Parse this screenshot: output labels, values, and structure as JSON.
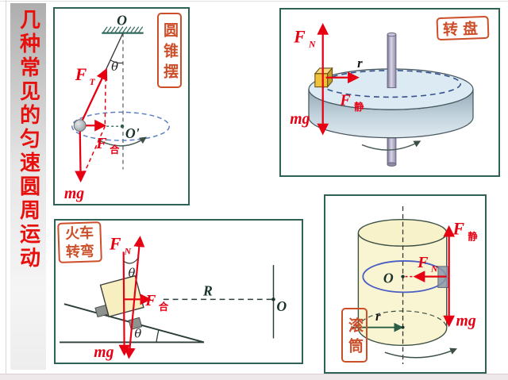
{
  "title": {
    "vertical_text": "几种常见的匀速圆周运动"
  },
  "colors": {
    "force_red": "#e60012",
    "stamp_red": "#cd4f2a",
    "panel_border_teal": "#2e6257",
    "pendulum_path_blue": "#5b7fc4",
    "drum_circle_blue": "#4a5ec4",
    "radius_green": "#2a5f46",
    "train_car_yellow": "#f7efbf",
    "drum_yellow": "#f9f4d2"
  },
  "pendulum": {
    "stamp": "圆锥摆",
    "pivot_label": "O",
    "angle_label": "θ",
    "tension_f": "F",
    "tension_sub": "T",
    "net_f": "F",
    "net_sub": "合",
    "center_label": "O'",
    "weight_label": "mg"
  },
  "turntable": {
    "stamp": "转盘",
    "normal_f": "F",
    "normal_sub": "N",
    "radius_label": "r",
    "friction_f": "F",
    "friction_sub": "静",
    "weight_label": "mg"
  },
  "train": {
    "stamp_top": "火车",
    "stamp_bottom": "转弯",
    "normal_f": "F",
    "normal_sub": "N",
    "angle_top_label": "θ",
    "net_f": "F",
    "net_sub": "合",
    "radius_label": "R",
    "center_label": "O",
    "angle_slope_label": "θ",
    "weight_label": "mg"
  },
  "drum": {
    "stamp": "滚筒",
    "friction_f": "F",
    "friction_sub": "静",
    "normal_f": "F",
    "normal_sub": "N",
    "center_label": "O",
    "radius_label": "r",
    "weight_label": "mg"
  }
}
